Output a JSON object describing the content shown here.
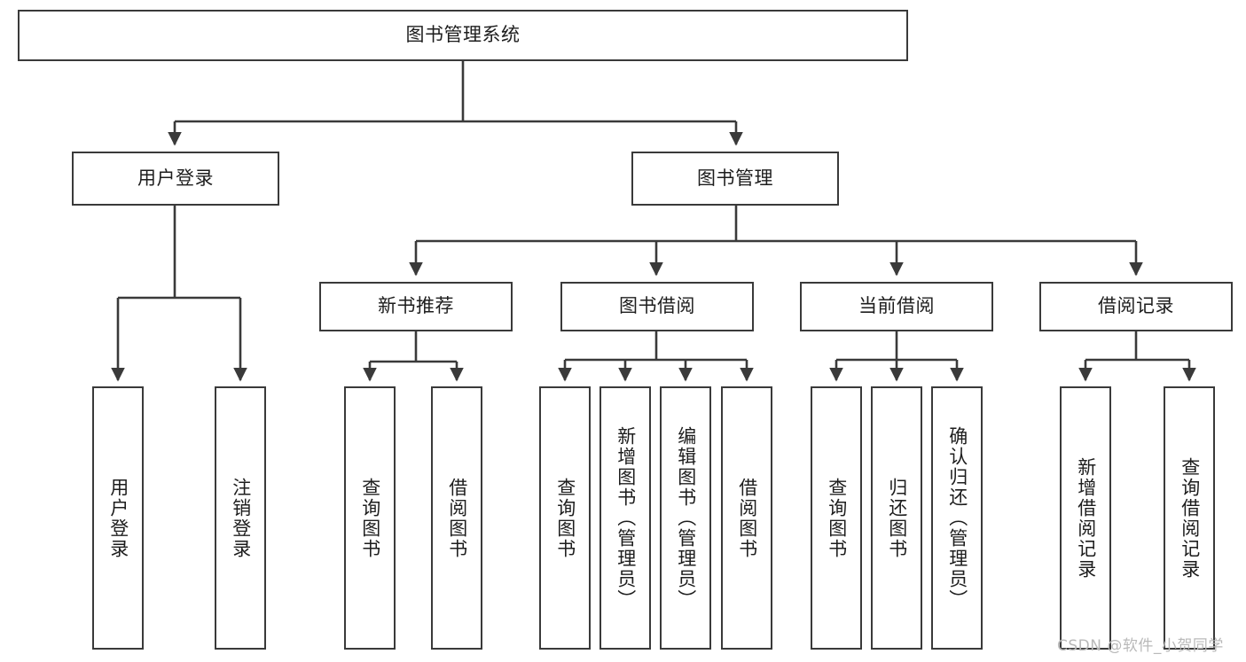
{
  "diagram": {
    "type": "tree-hierarchy",
    "title": "图书管理系统",
    "watermark": "CSDN @软件_小贺同学",
    "colors": {
      "border": "#3a3a3a",
      "background": "#ffffff",
      "text": "#1d1d1d",
      "line": "#3a3a3a",
      "watermark": "#b9b9b9"
    },
    "levels": {
      "root": "图书管理系统",
      "level2": [
        "用户登录",
        "图书管理"
      ],
      "level3": [
        "新书推荐",
        "图书借阅",
        "当前借阅",
        "借阅记录"
      ]
    },
    "nodes": {
      "root": {
        "label": "图书管理系统",
        "orientation": "horizontal"
      },
      "user_login": {
        "label": "用户登录",
        "orientation": "horizontal"
      },
      "book_manage": {
        "label": "图书管理",
        "orientation": "horizontal"
      },
      "new_book_rec": {
        "label": "新书推荐",
        "orientation": "horizontal"
      },
      "book_borrow": {
        "label": "图书借阅",
        "orientation": "horizontal"
      },
      "current_borrow": {
        "label": "当前借阅",
        "orientation": "horizontal"
      },
      "borrow_record": {
        "label": "借阅记录",
        "orientation": "horizontal"
      },
      "leaf_user_login": {
        "label": "用户登录",
        "orientation": "vertical"
      },
      "leaf_user_logout": {
        "label": "注销登录",
        "orientation": "vertical"
      },
      "leaf_query_book_1": {
        "label": "查询图书",
        "orientation": "vertical"
      },
      "leaf_borrow_book_1": {
        "label": "借阅图书",
        "orientation": "vertical"
      },
      "leaf_query_book_2": {
        "label": "查询图书",
        "orientation": "vertical"
      },
      "leaf_add_book": {
        "label": "新增图书（管理员）",
        "orientation": "vertical"
      },
      "leaf_edit_book": {
        "label": "编辑图书（管理员）",
        "orientation": "vertical"
      },
      "leaf_borrow_book_2": {
        "label": "借阅图书",
        "orientation": "vertical"
      },
      "leaf_query_book_3": {
        "label": "查询图书",
        "orientation": "vertical"
      },
      "leaf_return_book": {
        "label": "归还图书",
        "orientation": "vertical"
      },
      "leaf_confirm_return": {
        "label": "确认归还（管理员）",
        "orientation": "vertical"
      },
      "leaf_add_record": {
        "label": "新增借阅记录",
        "orientation": "vertical"
      },
      "leaf_query_record": {
        "label": "查询借阅记录",
        "orientation": "vertical"
      }
    },
    "edges": [
      {
        "from": "图书管理系统",
        "to": "用户登录"
      },
      {
        "from": "图书管理系统",
        "to": "图书管理"
      },
      {
        "from": "用户登录",
        "to": "用户登录"
      },
      {
        "from": "用户登录",
        "to": "注销登录"
      },
      {
        "from": "图书管理",
        "to": "新书推荐"
      },
      {
        "from": "图书管理",
        "to": "图书借阅"
      },
      {
        "from": "图书管理",
        "to": "当前借阅"
      },
      {
        "from": "图书管理",
        "to": "借阅记录"
      },
      {
        "from": "新书推荐",
        "to": "查询图书"
      },
      {
        "from": "新书推荐",
        "to": "借阅图书"
      },
      {
        "from": "图书借阅",
        "to": "查询图书"
      },
      {
        "from": "图书借阅",
        "to": "新增图书（管理员）"
      },
      {
        "from": "图书借阅",
        "to": "编辑图书（管理员）"
      },
      {
        "from": "图书借阅",
        "to": "借阅图书"
      },
      {
        "from": "当前借阅",
        "to": "查询图书"
      },
      {
        "from": "当前借阅",
        "to": "归还图书"
      },
      {
        "from": "当前借阅",
        "to": "确认归还（管理员）"
      },
      {
        "from": "借阅记录",
        "to": "新增借阅记录"
      },
      {
        "from": "借阅记录",
        "to": "查询借阅记录"
      }
    ]
  }
}
